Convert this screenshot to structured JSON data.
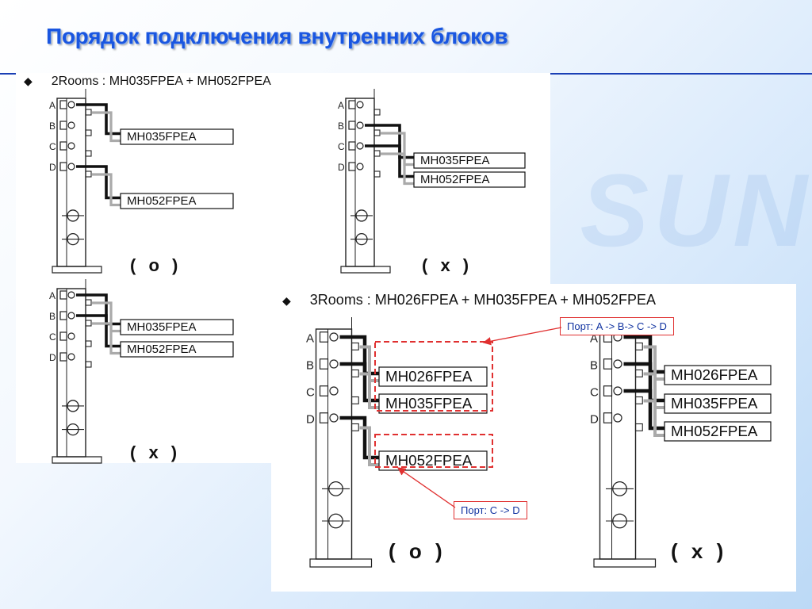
{
  "slide": {
    "title": "Порядок подключения внутренних блоков",
    "watermark": "SUN"
  },
  "two_rooms": {
    "heading": "2Rooms : MH035FPEA + MH052FPEA",
    "bullet": "◆",
    "diagrams": [
      {
        "mark": "( o )",
        "ports": [
          "A",
          "B",
          "C",
          "D"
        ],
        "labels": [
          "MH035FPEA",
          "MH052FPEA"
        ],
        "connected_ports": [
          "A",
          "D"
        ]
      },
      {
        "mark": "( x )",
        "ports": [
          "A",
          "B",
          "C",
          "D"
        ],
        "labels": [
          "MH035FPEA",
          "MH052FPEA"
        ],
        "connected_ports": [
          "B",
          "C"
        ]
      },
      {
        "mark": "( x )",
        "ports": [
          "A",
          "B",
          "C",
          "D"
        ],
        "labels": [
          "MH035FPEA",
          "MH052FPEA"
        ],
        "connected_ports": [
          "A",
          "B"
        ]
      }
    ]
  },
  "three_rooms": {
    "heading": "3Rooms : MH026FPEA + MH035FPEA + MH052FPEA",
    "bullet": "◆",
    "diagrams": [
      {
        "mark": "( o )",
        "ports": [
          "A",
          "B",
          "C",
          "D"
        ],
        "labels": [
          "MH026FPEA",
          "MH035FPEA",
          "MH052FPEA"
        ],
        "connected_ports": [
          "A",
          "B",
          "D"
        ]
      },
      {
        "mark": "( x )",
        "ports": [
          "A",
          "B",
          "C",
          "D"
        ],
        "labels": [
          "MH026FPEA",
          "MH035FPEA",
          "MH052FPEA"
        ],
        "connected_ports": [
          "A",
          "B",
          "C"
        ]
      }
    ],
    "callouts": [
      "Порт: A -> B-> C -> D",
      "Порт: C -> D"
    ]
  },
  "colors": {
    "title": "#1a56e0",
    "rule": "#1a3fb5",
    "callout_border": "#e03030",
    "callout_text": "#1133a0"
  }
}
